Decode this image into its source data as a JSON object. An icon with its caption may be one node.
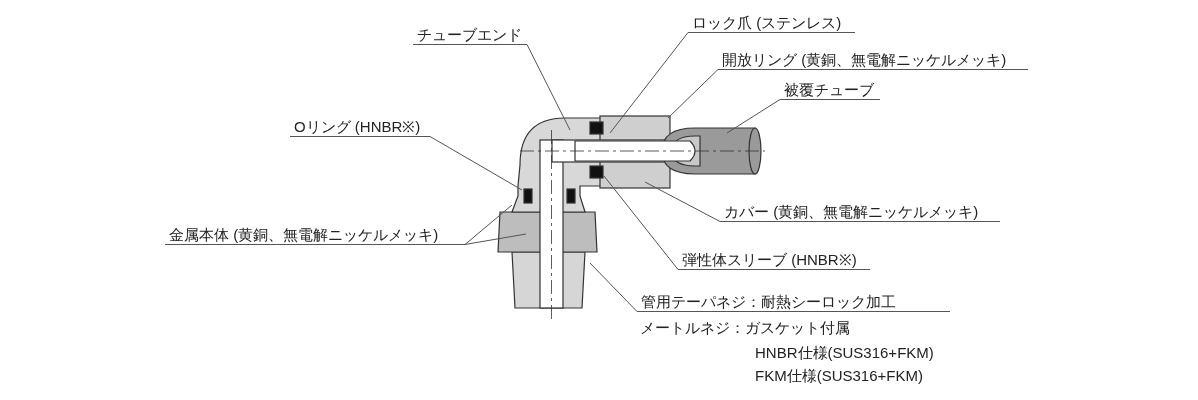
{
  "diagram": {
    "nodes": [
      {
        "text": [
          "チューブエンド"
        ]
      },
      {
        "text": [
          "ロック爪 (ステンレス)"
        ]
      },
      {
        "text": [
          "開放リング (黄銅、無電解ニッケルメッキ)"
        ]
      },
      {
        "text": [
          "被覆チューブ"
        ]
      },
      {
        "text": [
          "Oリング (HNBR※)"
        ]
      },
      {
        "text": [
          "金属本体 (黄銅、無電解ニッケルメッキ)"
        ]
      },
      {
        "text": [
          "カバー (黄銅、無電解ニッケルメッキ)"
        ]
      },
      {
        "text": [
          "弾性体スリーブ (HNBR※)"
        ]
      },
      {
        "text": [
          "管用テーパネジ：耐熱シーロック加工"
        ]
      }
    ],
    "edges": [
      {
        "from": 0,
        "to": null,
        "arrow": "none"
      },
      {
        "from": 1,
        "to": null,
        "arrow": "none"
      },
      {
        "from": 2,
        "to": null,
        "arrow": "none"
      },
      {
        "from": 3,
        "to": null,
        "arrow": "none"
      },
      {
        "from": 4,
        "to": null,
        "arrow": "none"
      },
      {
        "from": 5,
        "to": null,
        "arrow": "none"
      },
      {
        "from": 5,
        "to": null,
        "arrow": "none"
      },
      {
        "from": 6,
        "to": null,
        "arrow": "none"
      },
      {
        "from": 7,
        "to": null,
        "arrow": "none"
      },
      {
        "from": 8,
        "to": null,
        "arrow": "none"
      }
    ],
    "labels": [
      "メートルネジ：ガスケット付属",
      "HNBR仕様(SUS316+FKM)",
      "FKM仕様(SUS316+FKM)"
    ]
  }
}
